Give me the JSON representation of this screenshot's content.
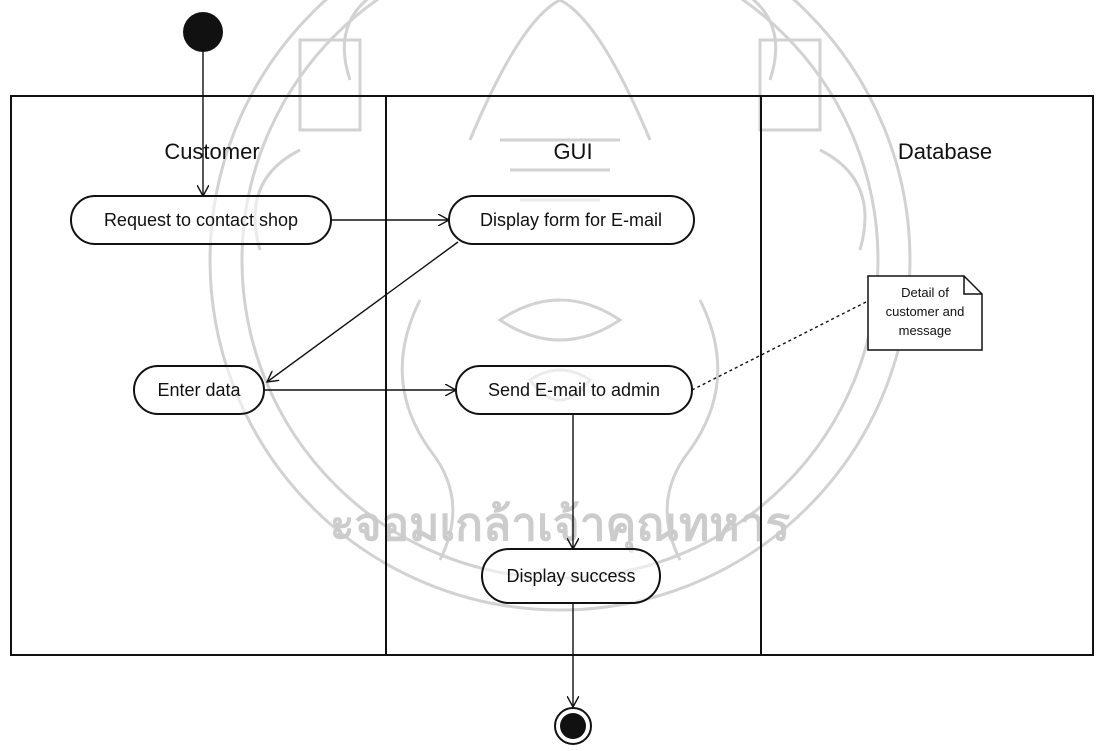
{
  "swimlanes": [
    "Customer",
    "GUI",
    "Database"
  ],
  "activities": {
    "request_contact": "Request to contact shop",
    "display_form": "Display  form for E-mail",
    "enter_data": "Enter data",
    "send_email": "Send E-mail to admin",
    "display_success": "Display success"
  },
  "note": {
    "line1": "Detail of",
    "line2": "customer and",
    "line3": "message"
  },
  "watermark": {
    "text": "ะจอมเกล้าเจ้าคุณทหาร"
  }
}
